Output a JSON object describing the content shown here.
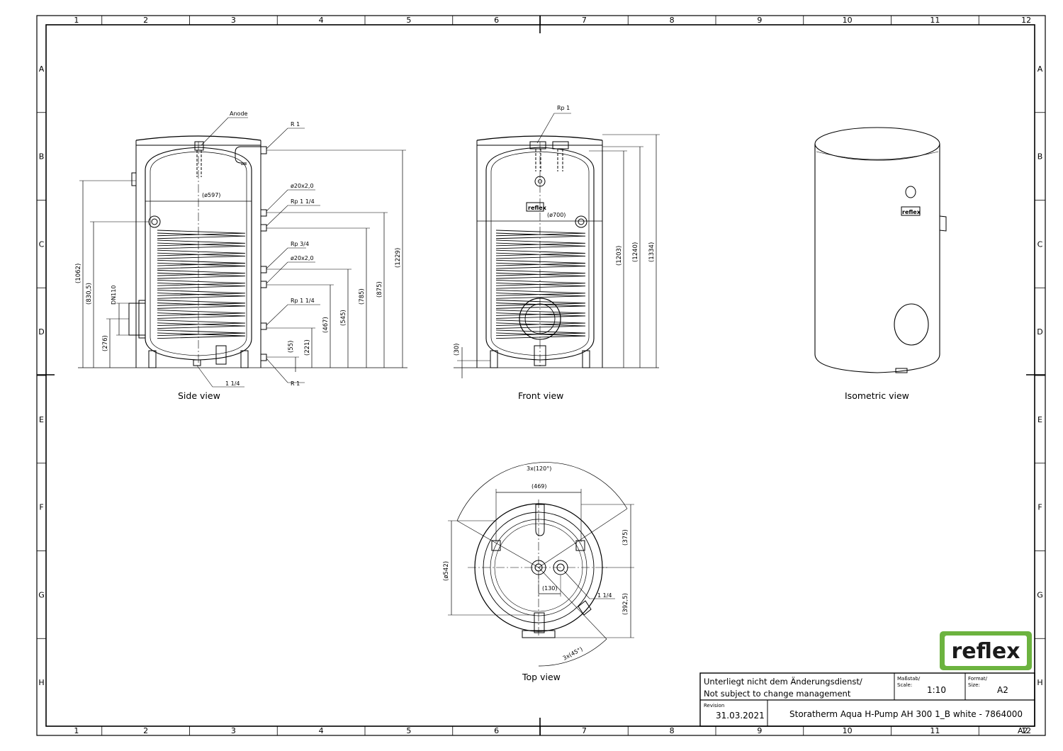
{
  "grid": {
    "cols": [
      "1",
      "2",
      "3",
      "4",
      "5",
      "6",
      "7",
      "8",
      "9",
      "10",
      "11",
      "12"
    ],
    "rows": [
      "A",
      "B",
      "C",
      "D",
      "E",
      "F",
      "G",
      "H"
    ]
  },
  "colors": {
    "line": "#000000",
    "brand_green": "#6cb33f",
    "paper": "#ffffff"
  },
  "views": {
    "side": {
      "title": "Side view",
      "labels": {
        "anode": "Anode",
        "r1_top": "R 1",
        "d597": "(ø597)",
        "tube1": "ø20x2,0",
        "rp114_a": "Rp 1 1/4",
        "rp34": "Rp 3/4",
        "tube2": "ø20x2,0",
        "rp114_b": "Rp 1 1/4",
        "dn110": "DN110",
        "bottom_114": "1 1/4",
        "r1_bottom": "R 1"
      },
      "dims": [
        "(1062)",
        "(830,5)",
        "(276)",
        "(55)",
        "(221)",
        "(467)",
        "(545)",
        "(785)",
        "(875)",
        "(1229)"
      ]
    },
    "front": {
      "title": "Front view",
      "labels": {
        "rp1": "Rp 1",
        "d700": "(ø700)",
        "logo": "reflex"
      },
      "dims": [
        "(30)",
        "(1203)",
        "(1240)",
        "(1334)"
      ]
    },
    "iso": {
      "title": "Isometric view",
      "logo": "reflex"
    },
    "top": {
      "title": "Top view",
      "labels": {
        "angle120": "3x(120°)",
        "d469": "(469)",
        "d542": "(ø542)",
        "d375": "(375)",
        "d130": "(130)",
        "d3925": "(392,5)",
        "c114": "1 1/4",
        "angle45": "3x(45°)"
      }
    }
  },
  "logo": {
    "text": "reflex"
  },
  "titleblock": {
    "note_de": "Unterliegt nicht dem Änderungsdienst/",
    "note_en": "Not subject to change management",
    "scale_label_de": "Maßstab/",
    "scale_label_en": "Scale:",
    "scale_value": "1:10",
    "format_label_de": "Format/",
    "format_label_en": "Size:",
    "format_value": "A2",
    "revision_label": "Revision",
    "revision_date": "31.03.2021",
    "drawing_title": "Storatherm Aqua H-Pump AH 300 1_B white - 7864000",
    "sheet_size": "A2"
  }
}
